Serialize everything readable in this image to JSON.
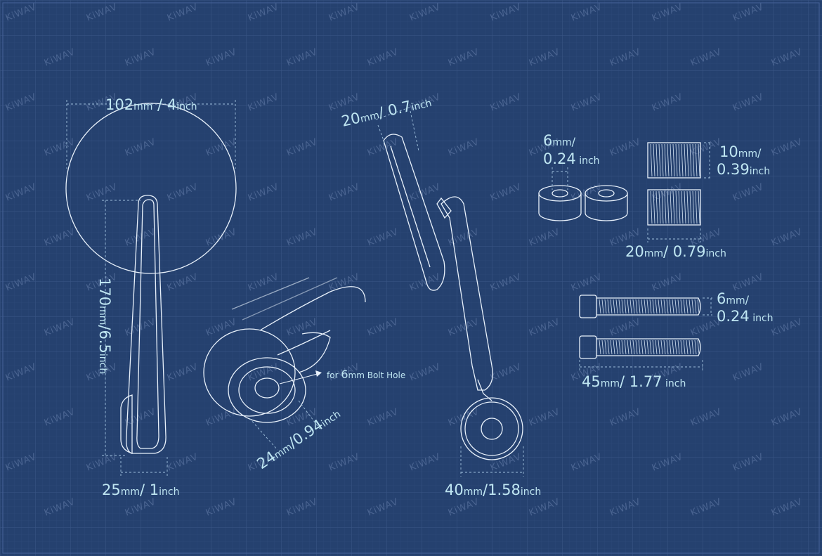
{
  "watermark": "KiWAV",
  "colors": {
    "background": "#25416f",
    "grid": "#3a5687",
    "line": "#e8f1fb",
    "label": "#bfe6f2"
  },
  "mirror_front": {
    "width_label": {
      "value": "102",
      "unit": "mm",
      "sep": " / ",
      "value2": "4",
      "unit2": "inch"
    },
    "height_label": {
      "value": "170",
      "unit": "mm",
      "sep": "/",
      "value2": "6.5",
      "unit2": "inch"
    },
    "base_label": {
      "value": "25",
      "unit": "mm",
      "sep": "/ ",
      "value2": "1",
      "unit2": "inch"
    }
  },
  "bolt_detail": {
    "note_prefix": "for ",
    "note_value": "6",
    "note_unit": "mm",
    "note_text": " Bolt Hole",
    "diameter_label": {
      "value": "24",
      "unit": "mm",
      "sep": "/",
      "value2": "0.94",
      "unit2": "inch"
    }
  },
  "mirror_side": {
    "thickness_label": {
      "value": "20",
      "unit": "mm",
      "sep": "/ ",
      "value2": "0.7",
      "unit2": "inch"
    },
    "base_label": {
      "value": "40",
      "unit": "mm",
      "sep": "/",
      "value2": "1.58",
      "unit2": "inch"
    }
  },
  "spacers": {
    "line1": {
      "value": "6",
      "unit": "mm",
      "sep": "/"
    },
    "line2": {
      "value2": "0.24",
      "unit2": " inch"
    }
  },
  "threaded_inserts": {
    "height_line1": {
      "value": "10",
      "unit": "mm",
      "sep": "/"
    },
    "height_line2": {
      "value2": "0.39",
      "unit2": "inch"
    },
    "width_label": {
      "value": "20",
      "unit": "mm",
      "sep": "/ ",
      "value2": "0.79",
      "unit2": "inch"
    }
  },
  "bolts": {
    "diameter_line1": {
      "value": "6",
      "unit": "mm",
      "sep": "/"
    },
    "diameter_line2": {
      "value2": "0.24",
      "unit2": " inch"
    },
    "length_label": {
      "value": "45",
      "unit": "mm",
      "sep": "/ ",
      "value2": "1.77",
      "unit2": " inch"
    }
  }
}
